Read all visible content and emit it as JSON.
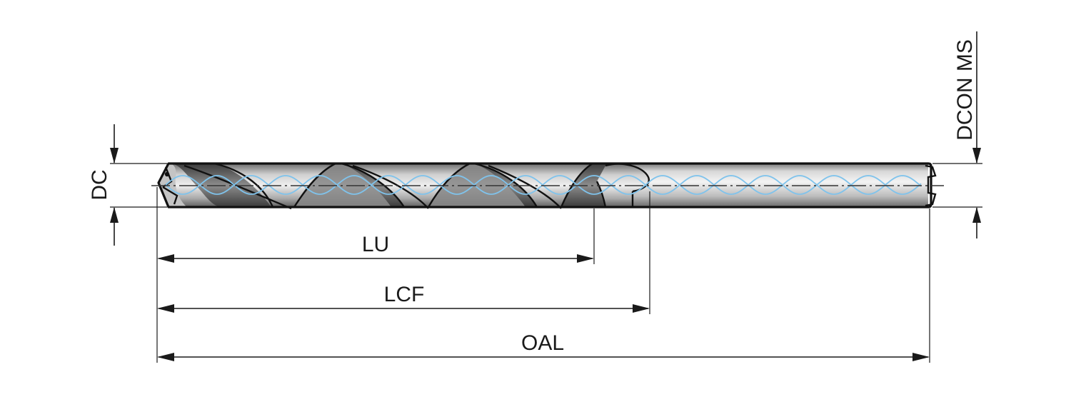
{
  "labels": {
    "dc": "DC",
    "lu": "LU",
    "lcf": "LCF",
    "oal": "OAL",
    "dcon_ms": "DCON MS"
  },
  "colors": {
    "body_light": "#e8e8e8",
    "body_mid": "#b9b9b9",
    "body_dark": "#6f6f6f",
    "outline": "#111111",
    "coolant_helix": "#7fc3ec",
    "dimension_line": "#1a1a1a",
    "background": "#ffffff"
  }
}
